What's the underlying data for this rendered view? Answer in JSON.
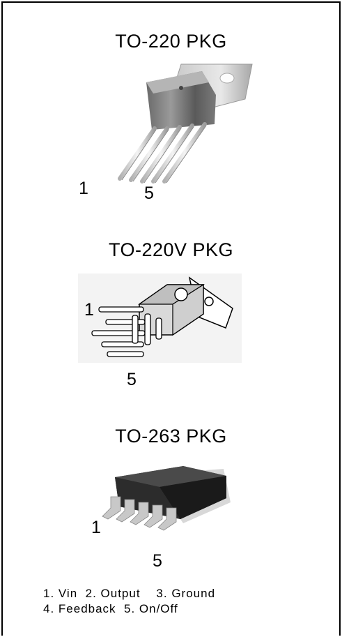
{
  "packages": [
    {
      "title": "TO-220 PKG",
      "pin_first": "1",
      "pin_last": "5"
    },
    {
      "title": "TO-220V PKG",
      "pin_first": "1",
      "pin_last": "5"
    },
    {
      "title": "TO-263 PKG",
      "pin_first": "1",
      "pin_last": "5"
    }
  ],
  "legend": {
    "line1": "1. Vin  2. Output    3. Ground",
    "line2": "4. Feedback  5. On/Off"
  }
}
